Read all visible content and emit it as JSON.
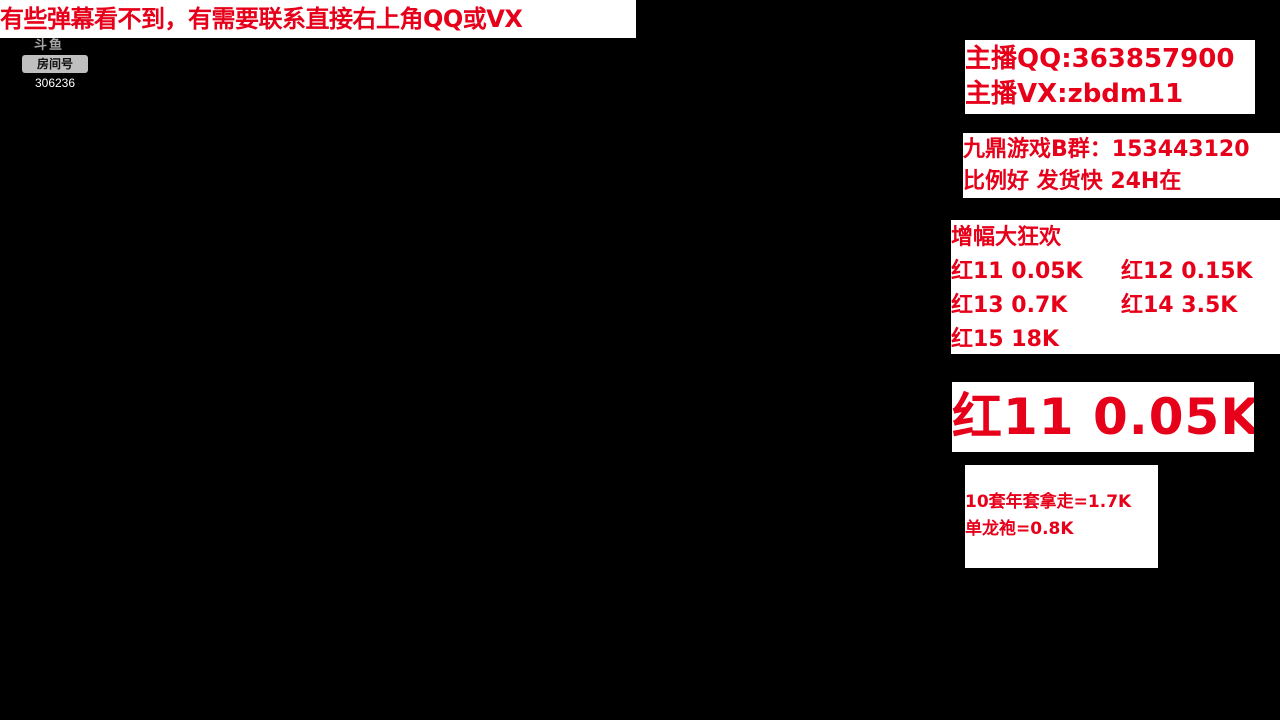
{
  "banner": {
    "text": "有些弹幕看不到，有需要联系直接右上角QQ或VX"
  },
  "room": {
    "logo_text": "斗鱼",
    "label": "房间号",
    "number": "306236"
  },
  "anchor_card": {
    "qq": "主播QQ:363857900",
    "vx": "主播VX:zbdm11"
  },
  "group_card": {
    "line1": "九鼎游戏B群：153443120",
    "line2": "比例好 发货快 24H在"
  },
  "promo_card": {
    "title": "增幅大狂欢",
    "items": [
      "红11  0.05K",
      "红12  0.15K",
      "红13  0.7K",
      "红14  3.5K",
      "红15  18K"
    ]
  },
  "highlight_card": {
    "text": "红11  0.05K"
  },
  "offer_card": {
    "line1": "10套年套拿走=1.7K",
    "line2": "单龙袍=0.8K"
  },
  "colors": {
    "background": "#000000",
    "card_bg": "#ffffff",
    "accent_red": "#e6001a"
  }
}
